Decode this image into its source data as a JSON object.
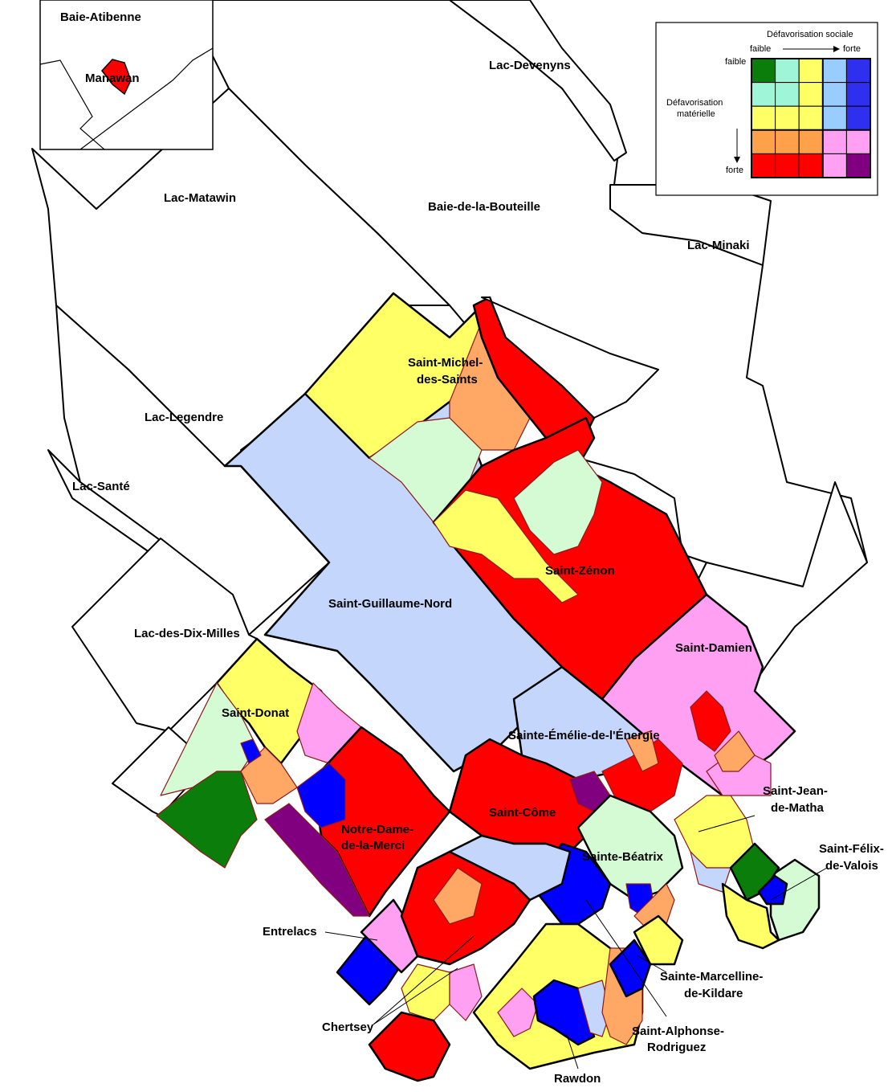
{
  "colors": {
    "dark_green": "#0a7d0a",
    "light_green": "#d4fbd4",
    "mint": "#9ff5d8",
    "yellow": "#ffff66",
    "light_blue": "#99ccff",
    "pale_blue": "#c4d6fc",
    "blue": "#2f2ff0",
    "orange": "#ffa04a",
    "light_orange": "#ffa866",
    "pink": "#ffa0f2",
    "red": "#ff0000",
    "purple": "#800080",
    "dark_blue": "#0000ff"
  },
  "legend": {
    "title": "Défavorisation sociale",
    "low": "faible",
    "high": "forte",
    "y_title_line1": "Défavorisation",
    "y_title_line2": "matérielle",
    "y_low": "faible",
    "y_high": "forte",
    "grid": [
      [
        "dark_green",
        "mint",
        "yellow",
        "light_blue",
        "blue"
      ],
      [
        "mint",
        "mint",
        "yellow",
        "light_blue",
        "blue"
      ],
      [
        "yellow",
        "yellow",
        "yellow",
        "light_blue",
        "blue"
      ],
      [
        "orange",
        "orange",
        "orange",
        "pink",
        "pink"
      ],
      [
        "red",
        "red",
        "red",
        "pink",
        "purple"
      ]
    ]
  },
  "inset": {
    "label_top": "Baie-Atibenne",
    "label_town": "Manawan"
  },
  "labels": {
    "lac_devenyns": "Lac-Devenyns",
    "lac_matawin": "Lac-Matawin",
    "baie_bouteille": "Baie-de-la-Bouteille",
    "lac_minaki": "Lac-Minaki",
    "st_michel_1": "Saint-Michel-",
    "st_michel_2": "des-Saints",
    "lac_legendre": "Lac-Legendre",
    "lac_sante": "Lac-Santé",
    "st_zenon": "Saint-Zénon",
    "st_guillaume": "Saint-Guillaume-Nord",
    "lac_dix_milles": "Lac-des-Dix-Milles",
    "st_damien": "Saint-Damien",
    "st_donat": "Saint-Donat",
    "ste_emelie": "Sainte-Émélie-de-l'Énergie",
    "st_jean_1": "Saint-Jean-",
    "st_jean_2": "de-Matha",
    "st_come": "Saint-Côme",
    "nd_merci_1": "Notre-Dame-",
    "nd_merci_2": "de-la-Merci",
    "ste_beatrix": "Sainte-Béatrix",
    "st_felix_1": "Saint-Félix-",
    "st_felix_2": "de-Valois",
    "entrelacs": "Entrelacs",
    "ste_marcelline_1": "Sainte-Marcelline-",
    "ste_marcelline_2": "de-Kildare",
    "chertsey": "Chertsey",
    "st_alphonse_1": "Saint-Alphonse-",
    "st_alphonse_2": "Rodriguez",
    "rawdon": "Rawdon"
  }
}
